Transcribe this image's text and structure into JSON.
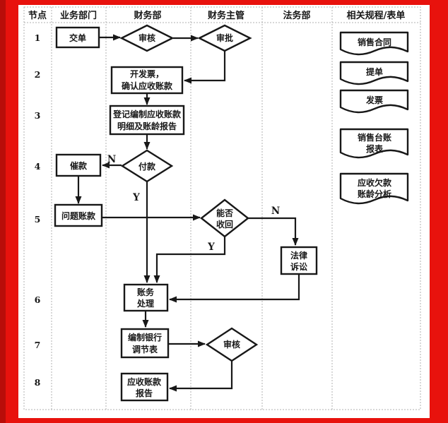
{
  "colors": {
    "frame_red": "#e8120d",
    "frame_red_dark": "#b90d09",
    "ink": "#181818",
    "grid": "#b0b0b0",
    "paper": "#ffffff"
  },
  "columns": [
    "节点",
    "业务部门",
    "财务部",
    "财务主管",
    "法务部",
    "相关规程/表单"
  ],
  "node_numbers": [
    "1",
    "2",
    "3",
    "4",
    "5",
    "6",
    "7",
    "8"
  ],
  "nodes": {
    "submit_docs": {
      "label": "交单"
    },
    "review1": {
      "label": "审核"
    },
    "approve": {
      "label": "审批"
    },
    "invoice": {
      "line1": "开发票，",
      "line2": "确认应收账款"
    },
    "register": {
      "line1": "登记编制应收账款",
      "line2": "明细及账龄报告"
    },
    "payment": {
      "label": "付款"
    },
    "collect": {
      "label": "催款"
    },
    "problem": {
      "label": "问题账款"
    },
    "recoverable": {
      "line1": "能否",
      "line2": "收回"
    },
    "lawsuit": {
      "line1": "法律",
      "line2": "诉讼"
    },
    "accounting": {
      "line1": "账务",
      "line2": "处理"
    },
    "bank_recon": {
      "line1": "编制银行",
      "line2": "调节表"
    },
    "review2": {
      "label": "审核"
    },
    "ar_report": {
      "line1": "应收账款",
      "line2": "报告"
    }
  },
  "edge_labels": {
    "payment_no": "N",
    "payment_yes": "Y",
    "recover_yes": "Y",
    "recover_no": "N"
  },
  "documents": {
    "doc1": {
      "label": "销售合同"
    },
    "doc2": {
      "label": "提单"
    },
    "doc3": {
      "label": "发票"
    },
    "doc4": {
      "line1": "销售台账",
      "line2": "报表"
    },
    "doc5": {
      "line1": "应收欠款",
      "line2": "账龄分析"
    }
  }
}
